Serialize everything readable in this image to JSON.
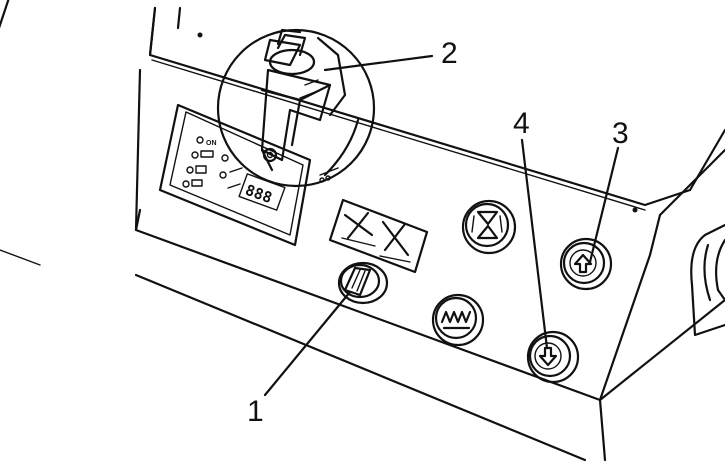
{
  "callouts": [
    {
      "id": "1",
      "label": "1"
    },
    {
      "id": "2",
      "label": "2"
    },
    {
      "id": "3",
      "label": "3"
    },
    {
      "id": "4",
      "label": "4"
    }
  ],
  "panel_display": {
    "segment_text": "888",
    "indicator_labels": [
      "ON",
      "",
      "",
      "",
      "",
      ""
    ]
  },
  "logo_glyph": "XX",
  "colors": {
    "line": "#111111",
    "background": "#ffffff",
    "panel": "#f4f4f4"
  }
}
